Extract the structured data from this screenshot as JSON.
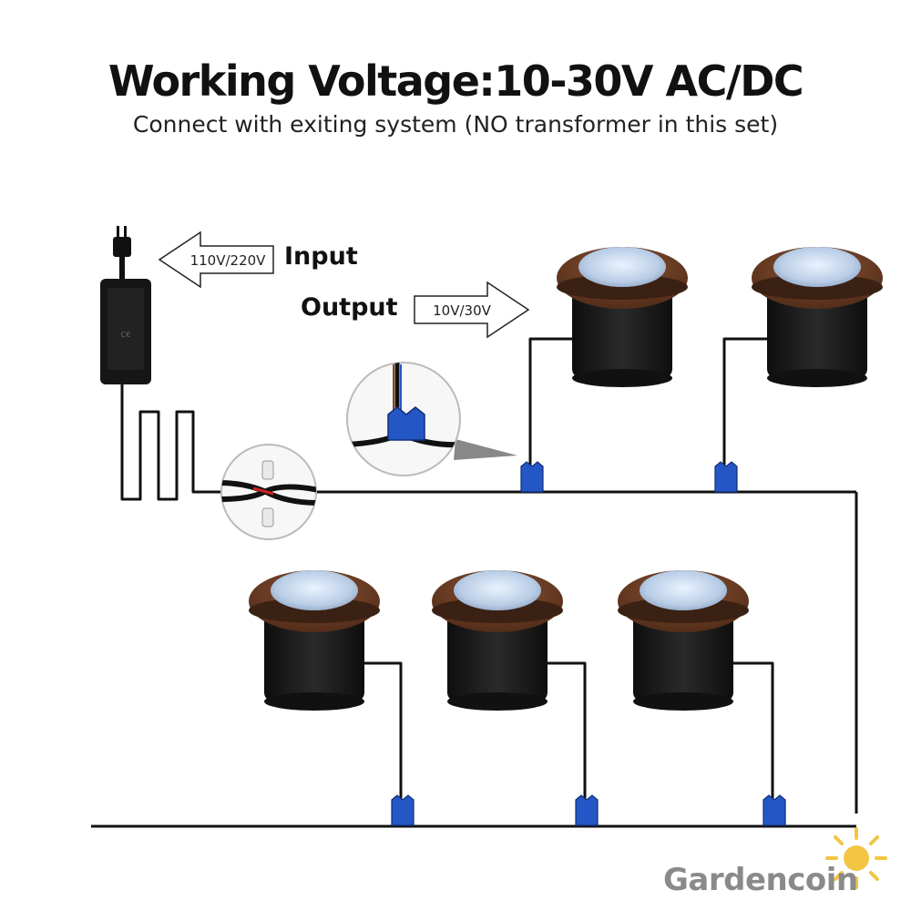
{
  "header": {
    "title": "Working Voltage:10-30V AC/DC",
    "subtitle": "Connect with exiting system (NO transformer in this set)"
  },
  "input": {
    "label": "Input",
    "value": "110V/220V"
  },
  "output": {
    "label": "Output",
    "value": "10V/30V"
  },
  "brand": {
    "name": "Gardencoin"
  },
  "colors": {
    "lamp_rim": "#6b3a20",
    "lamp_body": "#1c1c1c",
    "connector": "#2457c5",
    "sun": "#f4c542"
  }
}
